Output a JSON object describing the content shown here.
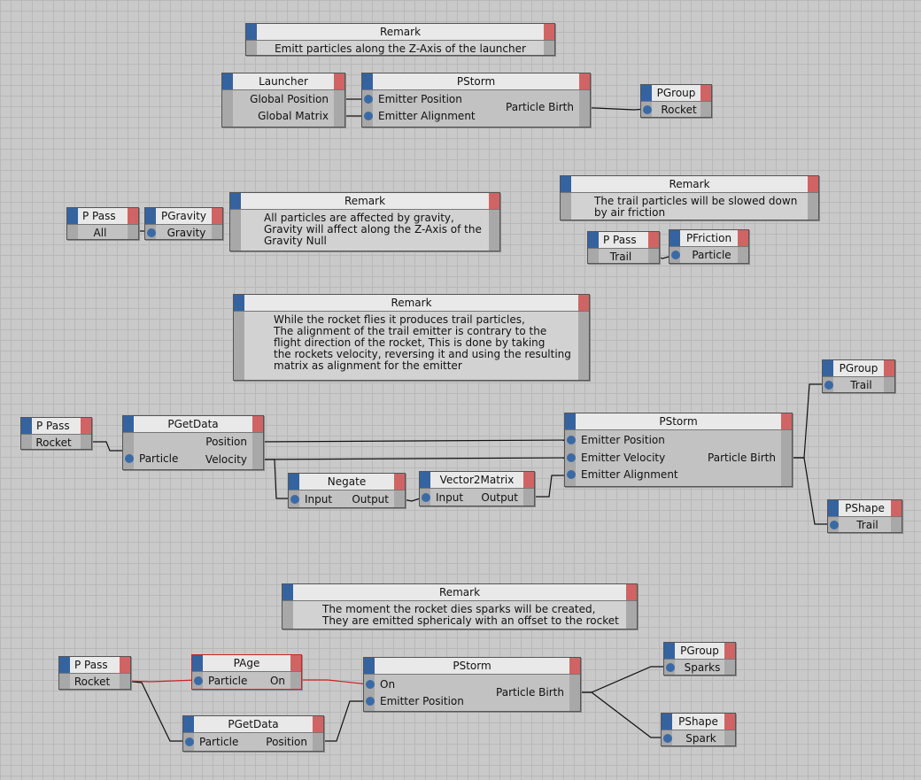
{
  "remarks": {
    "r1": {
      "title": "Remark",
      "text": "Emitt particles along the Z-Axis of the launcher"
    },
    "r2": {
      "title": "Remark",
      "text": "All particles are affected by gravity,\nGravity will affect along the Z-Axis of the\nGravity Null"
    },
    "r3": {
      "title": "Remark",
      "text": "The trail particles will be slowed down\nby air friction"
    },
    "r4": {
      "title": "Remark",
      "text": "While the rocket flies it produces trail particles,\nThe alignment of the trail emitter is contrary to the\nflight direction of the rocket, This is done by taking\nthe rockets velocity, reversing it and using the resulting\nmatrix as alignment for the emitter"
    },
    "r5": {
      "title": "Remark",
      "text": "The moment the rocket dies sparks will be created,\nThey are emitted sphericaly with an offset to the rocket"
    }
  },
  "nodes": {
    "launcher": {
      "title": "Launcher",
      "out1": "Global Position",
      "out2": "Global Matrix"
    },
    "pstorm1": {
      "title": "PStorm",
      "in1": "Emitter Position",
      "in2": "Emitter Alignment",
      "out1": "Particle Birth"
    },
    "pgroup1": {
      "title": "PGroup",
      "in1": "Rocket"
    },
    "ppass1": {
      "title": "P Pass",
      "out1": "All"
    },
    "pgravity": {
      "title": "PGravity",
      "in1": "Gravity"
    },
    "ppass2": {
      "title": "P Pass",
      "out1": "Trail"
    },
    "pfriction": {
      "title": "PFriction",
      "in1": "Particle"
    },
    "ppass3": {
      "title": "P Pass",
      "out1": "Rocket"
    },
    "pgetdata1": {
      "title": "PGetData",
      "in1": "Particle",
      "out1": "Position",
      "out2": "Velocity"
    },
    "pstorm2": {
      "title": "PStorm",
      "in1": "Emitter Position",
      "in2": "Emitter Velocity",
      "in3": "Emitter Alignment",
      "out1": "Particle Birth"
    },
    "negate": {
      "title": "Negate",
      "in1": "Input",
      "out1": "Output"
    },
    "vec2matrix": {
      "title": "Vector2Matrix",
      "in1": "Input",
      "out1": "Output"
    },
    "pgroup2": {
      "title": "PGroup",
      "in1": "Trail"
    },
    "pshape1": {
      "title": "PShape",
      "in1": "Trail"
    },
    "ppass4": {
      "title": "P Pass",
      "out1": "Rocket"
    },
    "page": {
      "title": "PAge",
      "in1": "Particle",
      "out1": "On"
    },
    "pstorm3": {
      "title": "PStorm",
      "in1": "On",
      "in2": "Emitter Position",
      "out1": "Particle Birth"
    },
    "pgetdata2": {
      "title": "PGetData",
      "in1": "Particle",
      "out1": "Position"
    },
    "pgroup3": {
      "title": "PGroup",
      "in1": "Sparks"
    },
    "pshape2": {
      "title": "PShape",
      "in1": "Spark"
    }
  },
  "colors": {
    "in_port": "#3a6aa6",
    "out_port": "#d06464",
    "selected_wire": "#cc2222",
    "wire": "#111111"
  }
}
